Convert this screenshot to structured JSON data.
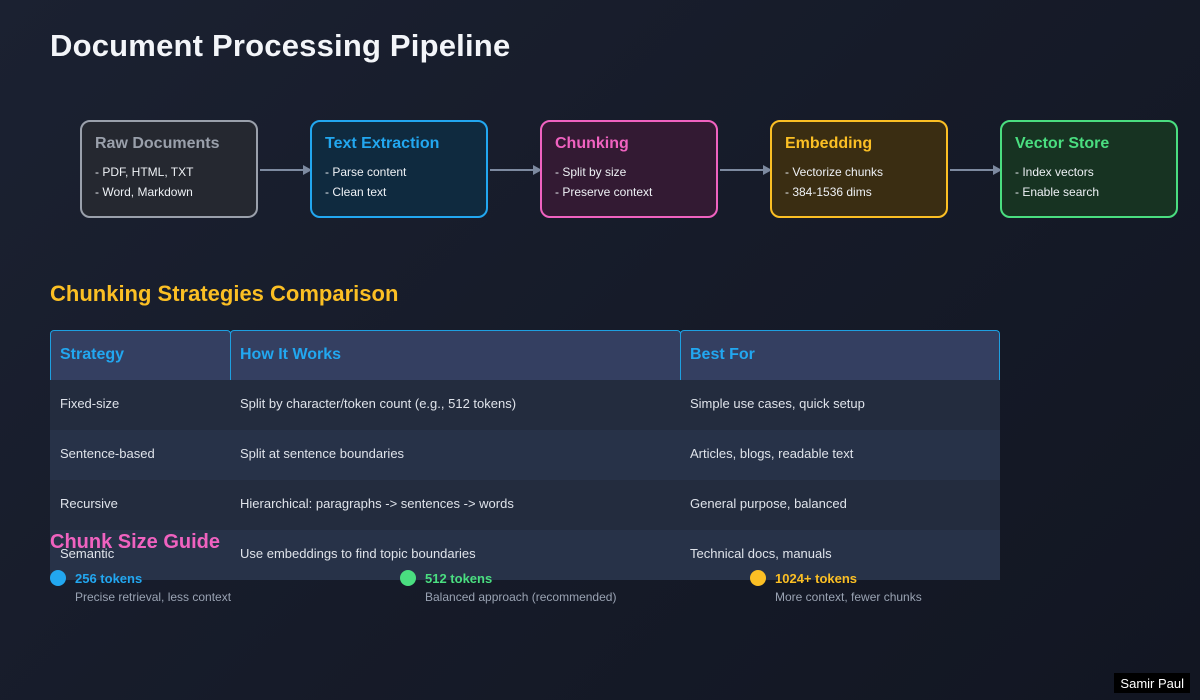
{
  "title": "Document Processing Pipeline",
  "pipeline": [
    {
      "title": "Raw Documents",
      "lines": [
        "- PDF, HTML, TXT",
        "- Word, Markdown"
      ],
      "color": "#9aa0ab",
      "bg": "#252830"
    },
    {
      "title": "Text Extraction",
      "lines": [
        "- Parse content",
        "- Clean text"
      ],
      "color": "#22a7f0",
      "bg": "#0f2a3f"
    },
    {
      "title": "Chunking",
      "lines": [
        "- Split by size",
        "- Preserve context"
      ],
      "color": "#f062c0",
      "bg": "#331a33"
    },
    {
      "title": "Embedding",
      "lines": [
        "- Vectorize chunks",
        "- 384-1536 dims"
      ],
      "color": "#fbbf24",
      "bg": "#3a2d12"
    },
    {
      "title": "Vector Store",
      "lines": [
        "- Index vectors",
        "- Enable search"
      ],
      "color": "#4ade80",
      "bg": "#173322"
    }
  ],
  "comparison": {
    "title": "Chunking Strategies Comparison",
    "headers": [
      "Strategy",
      "How It Works",
      "Best For"
    ],
    "rows": [
      [
        "Fixed-size",
        "Split by character/token count (e.g., 512 tokens)",
        "Simple use cases, quick setup"
      ],
      [
        "Sentence-based",
        "Split at sentence boundaries",
        "Articles, blogs, readable text"
      ],
      [
        "Recursive",
        "Hierarchical: paragraphs -> sentences -> words",
        "General purpose, balanced"
      ],
      [
        "Semantic",
        "Use embeddings to find topic boundaries",
        "Technical docs, manuals"
      ]
    ]
  },
  "guide": {
    "title": "Chunk Size Guide",
    "items": [
      {
        "label": "256 tokens",
        "desc": "Precise retrieval, less context",
        "color": "#22a7f0"
      },
      {
        "label": "512 tokens",
        "desc": "Balanced approach (recommended)",
        "color": "#4ade80"
      },
      {
        "label": "1024+ tokens",
        "desc": "More context, fewer chunks",
        "color": "#fbbf24"
      }
    ]
  },
  "author": "Samir Paul",
  "colors": {
    "comparison_title": "#fbbf24",
    "guide_title": "#f062c0"
  }
}
